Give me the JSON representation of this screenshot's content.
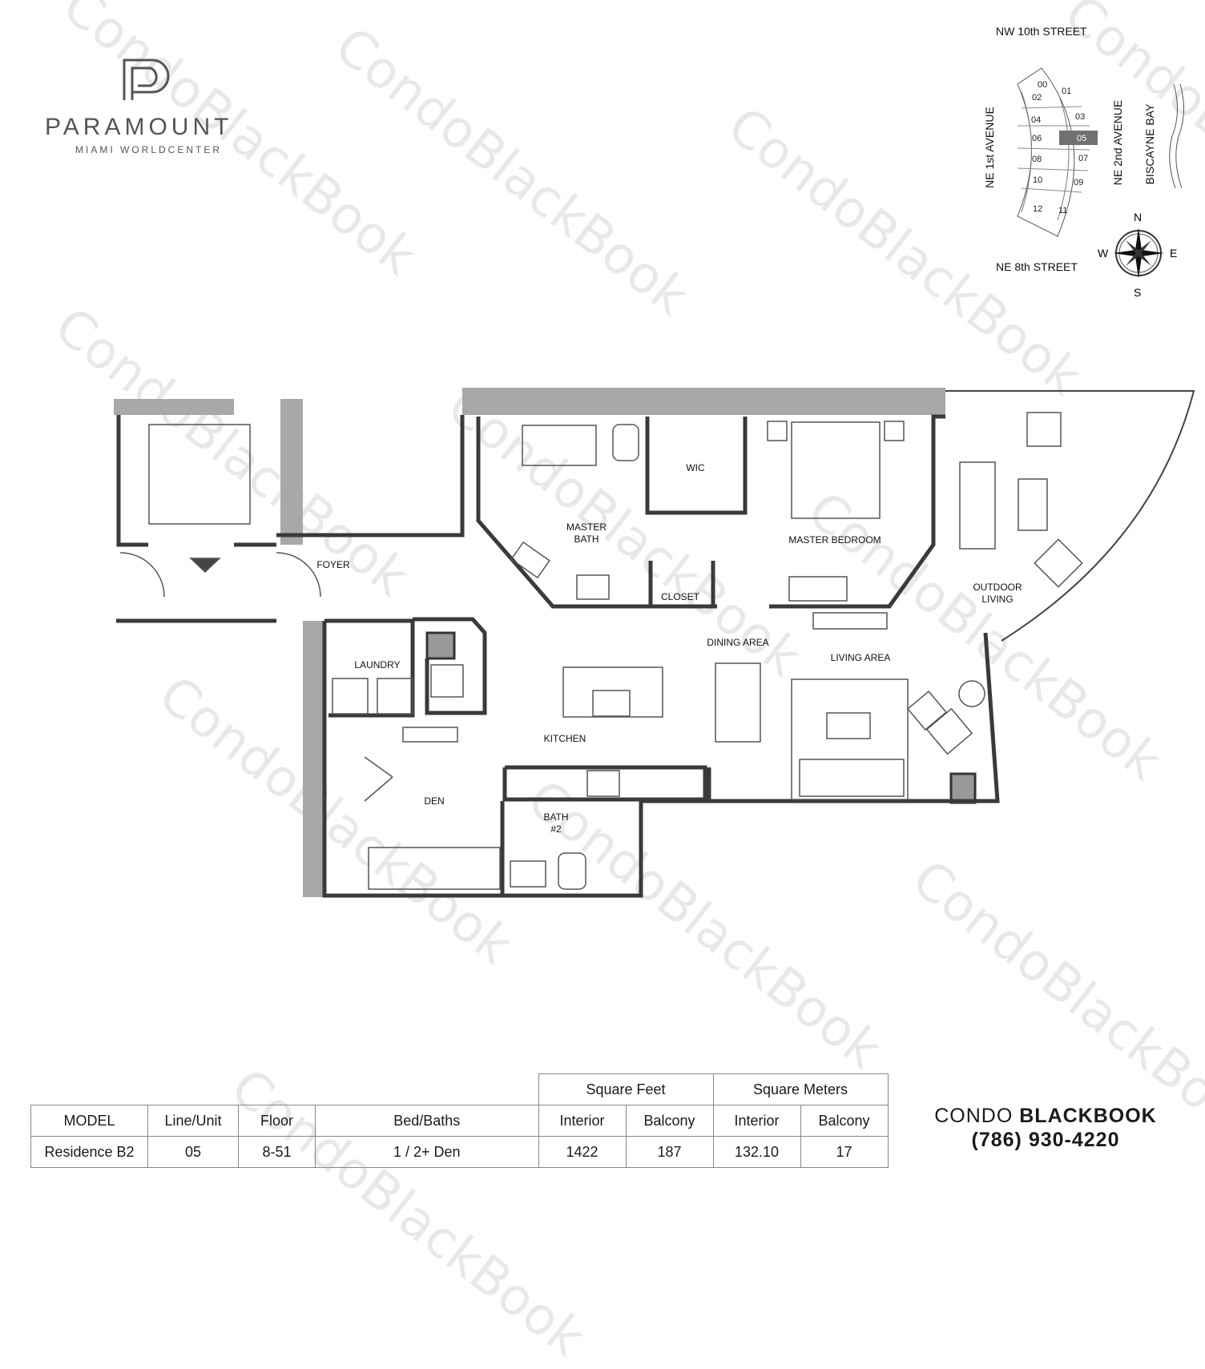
{
  "logo": {
    "initial": "P",
    "name": "PARAMOUNT",
    "subtitle": "MIAMI  WORLDCENTER"
  },
  "watermark": "CondoBlackBook",
  "keyplan": {
    "streets": {
      "north": "NW 10th STREET",
      "south": "NE 8th STREET",
      "west": "NE 1st AVENUE",
      "east": "NE 2nd AVENUE",
      "water": "BISCAYNE BAY"
    },
    "units": [
      "00",
      "01",
      "02",
      "03",
      "04",
      "05",
      "06",
      "07",
      "08",
      "09",
      "10",
      "11",
      "12"
    ],
    "highlighted_unit": "05",
    "highlight_color": "#707070",
    "compass": {
      "n": "N",
      "s": "S",
      "e": "E",
      "w": "W"
    }
  },
  "rooms": {
    "foyer": "FOYER",
    "master_bath": [
      "MASTER",
      "BATH"
    ],
    "wic": "WIC",
    "master_bedroom": "MASTER BEDROOM",
    "closet": "CLOSET",
    "outdoor_living": [
      "OUTDOOR",
      "LIVING"
    ],
    "dining_area": "DINING AREA",
    "living_area": "LIVING AREA",
    "laundry": "LAUNDRY",
    "kitchen": "KITCHEN",
    "den": "DEN",
    "bath2": [
      "BATH",
      "#2"
    ]
  },
  "spec_table": {
    "group_headers": [
      "Square Feet",
      "Square Meters"
    ],
    "headers": [
      "MODEL",
      "Line/Unit",
      "Floor",
      "Bed/Baths",
      "Interior",
      "Balcony",
      "Interior",
      "Balcony"
    ],
    "row": [
      "Residence B2",
      "05",
      "8-51",
      "1 / 2+ Den",
      "1422",
      "187",
      "132.10",
      "17"
    ]
  },
  "brand": {
    "name_light": "CONDO ",
    "name_bold": "BLACKBOOK",
    "phone": "(786) 930-4220"
  },
  "colors": {
    "wall": "#3a3a3a",
    "wall_fill": "#a8a8a8",
    "line": "#555555"
  }
}
